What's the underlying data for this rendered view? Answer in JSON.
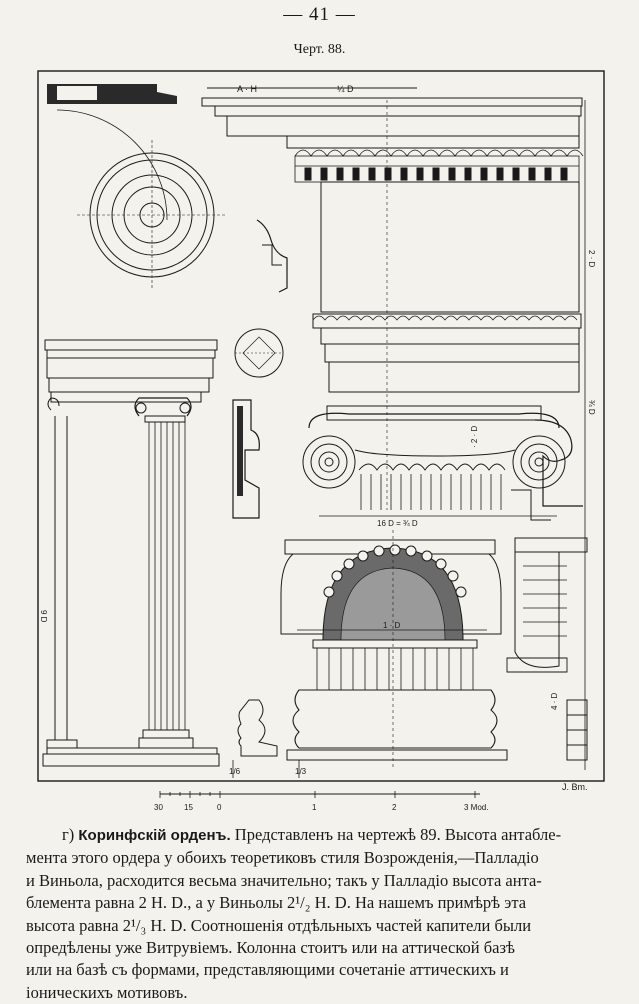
{
  "page": {
    "number": "— 41 —",
    "figure_caption": "Черт. 88."
  },
  "figure": {
    "top_labels": {
      "dim_a": "A · H",
      "dim_b": "¼ D"
    },
    "side_labels": {
      "right_top": "2 · D",
      "right_mid": "¾ D",
      "right_low": "4 · D",
      "left_column": "9 D"
    },
    "inner_labels": {
      "volute_height": "· 2 · D",
      "abacus_width": "16 D = ¾ D",
      "capital_width": "1 · D",
      "left_fraction": "1/6",
      "right_fraction": "1/3"
    },
    "scale": {
      "ticks": [
        "30",
        "15",
        "0",
        "1",
        "2",
        "3 Mod."
      ]
    },
    "signature": "J. Bm."
  },
  "body": {
    "lines": [
      {
        "prefix": "г) ",
        "bold": "Коринфскій орденъ.",
        "text": " Представленъ на чертежѣ 89. Высота антабле-"
      },
      {
        "text": "мента этого ордера у обоихъ теоретиковъ стиля Возрожденія,—Палладіо"
      },
      {
        "text": "и Виньола, расходится весьма значительно; такъ у Палладіо высота анта-"
      },
      {
        "text": "блемента равна 2 Н. D., а у Виньолы 2¹/₂ Н. D. На нашемъ примѣрѣ эта"
      },
      {
        "text": "высота равна 2¹/₃ Н. D. Соотношенія отдѣльныхъ частей капители были"
      },
      {
        "text": "опредѣлены уже Витрувіемъ. Колонна стоитъ или на аттической базѣ"
      },
      {
        "text": "или на базѣ съ формами, представляющими сочетаніе аттическихъ и"
      },
      {
        "text": "іоническихъ мотивовъ."
      }
    ]
  }
}
